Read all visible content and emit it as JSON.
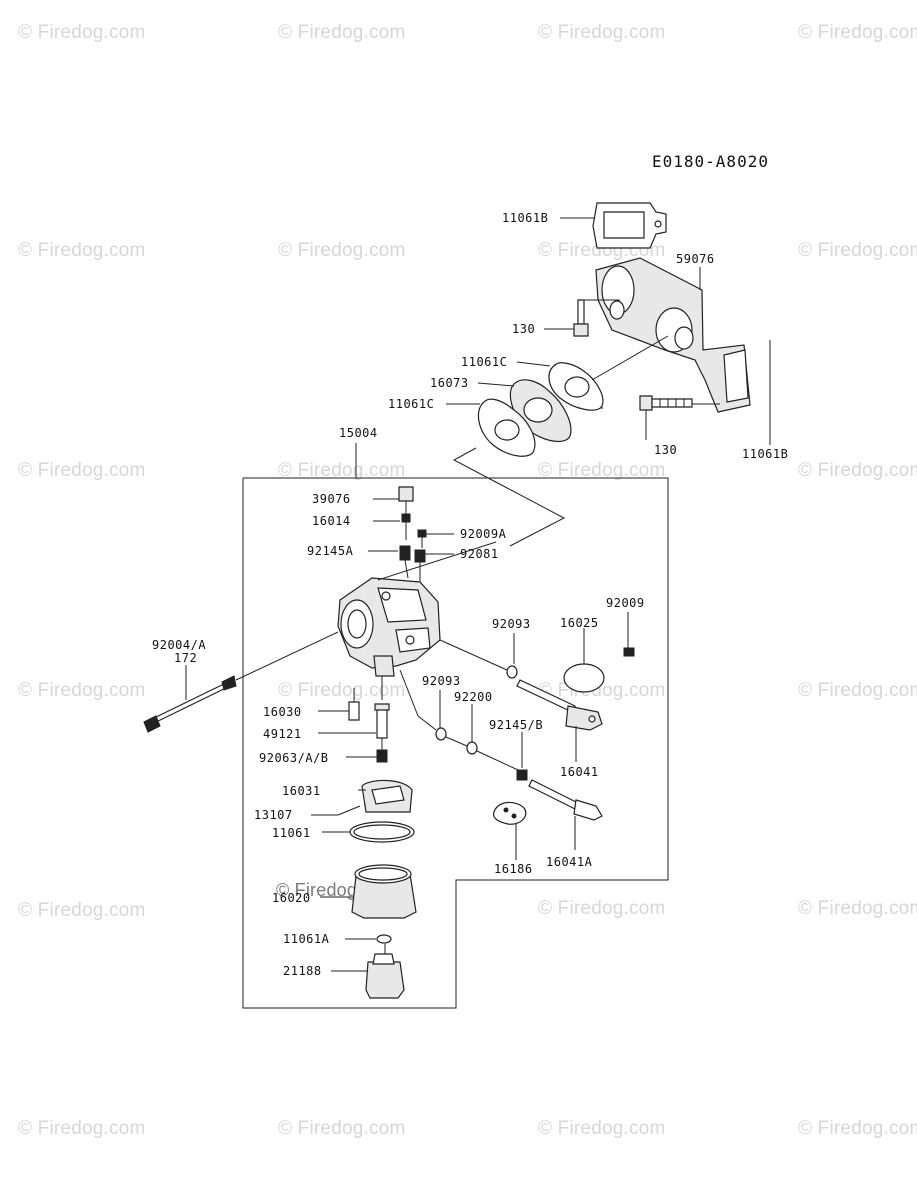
{
  "diagram_code": "E0180-A8020",
  "watermark_text": "© Firedog.com",
  "parts": {
    "p11061B_top": "11061B",
    "p59076": "59076",
    "p130_top": "130",
    "p11061C_a": "11061C",
    "p16073": "16073",
    "p11061C_b": "11061C",
    "p130_bottom": "130",
    "p11061B_right": "11061B",
    "p15004": "15004",
    "p39076": "39076",
    "p16014": "16014",
    "p92009A": "92009A",
    "p92145A": "92145A",
    "p92081": "92081",
    "p92009": "92009",
    "p92093_a": "92093",
    "p16025": "16025",
    "p92004A": "92004/A",
    "p172": "172",
    "p92093_b": "92093",
    "p92200": "92200",
    "p16030": "16030",
    "p92145B": "92145/B",
    "p49121": "49121",
    "p16041": "16041",
    "p92063AB": "92063/A/B",
    "p16031": "16031",
    "p13107": "13107",
    "p11061": "11061",
    "p16186": "16186",
    "p16041A": "16041A",
    "p16020": "16020",
    "p11061A": "11061A",
    "p21188": "21188"
  }
}
